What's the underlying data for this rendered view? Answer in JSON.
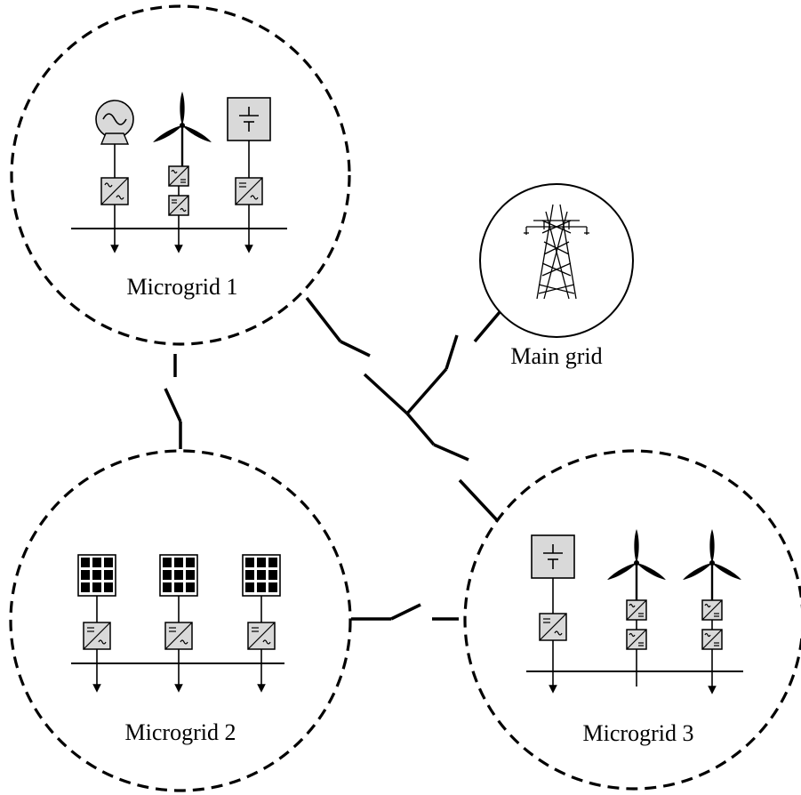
{
  "microgrids": [
    {
      "label": "Microgrid 1",
      "devices": [
        "generator-icon",
        "wind-turbine-icon",
        "battery-icon"
      ]
    },
    {
      "label": "Microgrid 2",
      "devices": [
        "solar-panel-icon",
        "solar-panel-icon",
        "solar-panel-icon"
      ]
    },
    {
      "label": "Microgrid 3",
      "devices": [
        "battery-icon",
        "wind-turbine-icon",
        "wind-turbine-icon"
      ]
    }
  ],
  "main_grid": {
    "label": "Main grid",
    "icon": "transmission-tower-icon"
  }
}
